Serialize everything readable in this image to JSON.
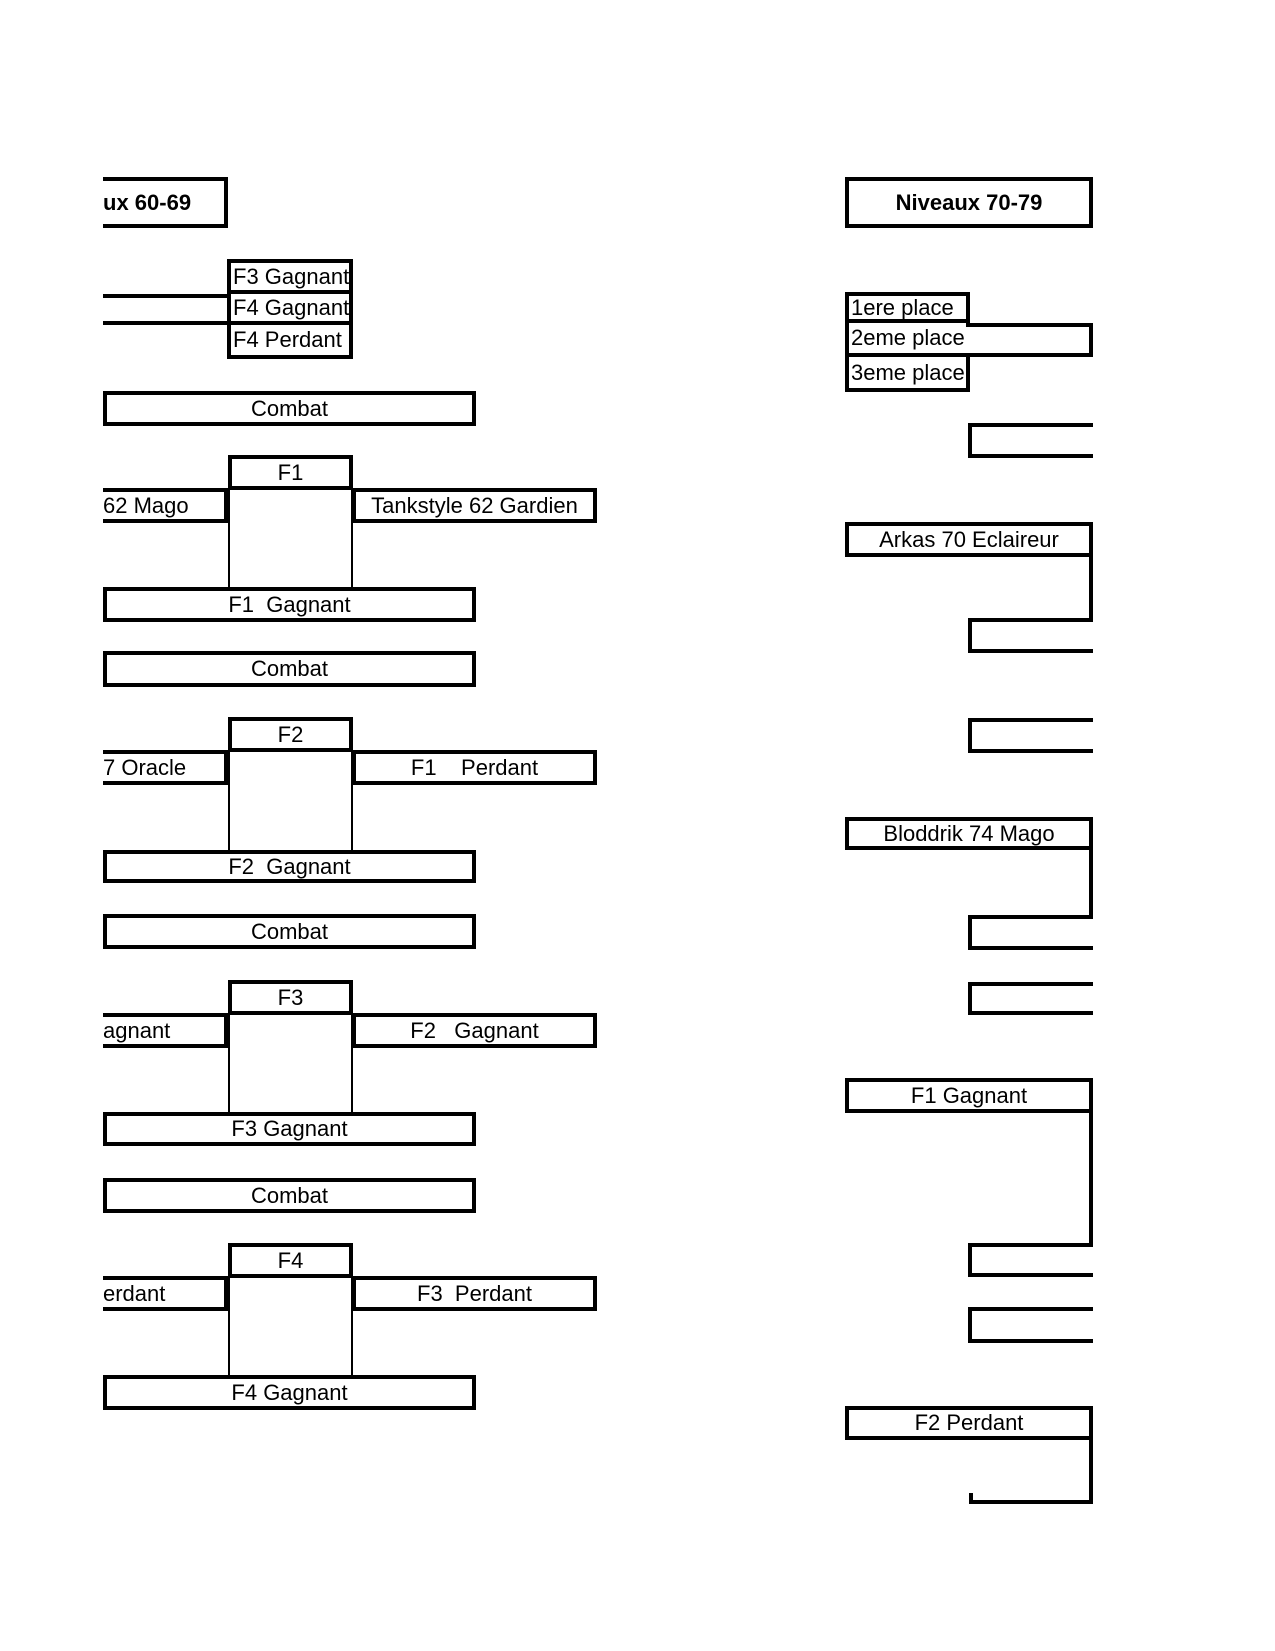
{
  "colors": {
    "line": "#000000",
    "background": "#ffffff",
    "text": "#000000"
  },
  "left_bracket": {
    "header_label": "ux 60-69",
    "combat_label": "Combat",
    "result_slots": [
      "F3 Gagnant",
      "F4 Gagnant",
      "F4 Perdant"
    ],
    "rounds": [
      {
        "id": "F1",
        "left_player": "62 Mago",
        "right_player": "Tankstyle 62 Gardien",
        "winner_label": "F1  Gagnant"
      },
      {
        "id": "F2",
        "left_player": "7 Oracle",
        "right_player": "F1    Perdant",
        "winner_label": "F2  Gagnant"
      },
      {
        "id": "F3",
        "left_player": "agnant",
        "right_player": "F2   Gagnant",
        "winner_label": "F3 Gagnant"
      },
      {
        "id": "F4",
        "left_player": "erdant",
        "right_player": "F3  Perdant",
        "winner_label": "F4 Gagnant"
      }
    ]
  },
  "right_bracket": {
    "header_label": "Niveaux 70-79",
    "podium": [
      "1ere place",
      "2eme place",
      "3eme place"
    ],
    "entries": [
      "Arkas 70 Eclaireur",
      "Bloddrik 74 Mago",
      "F1 Gagnant",
      "F2 Perdant"
    ]
  }
}
